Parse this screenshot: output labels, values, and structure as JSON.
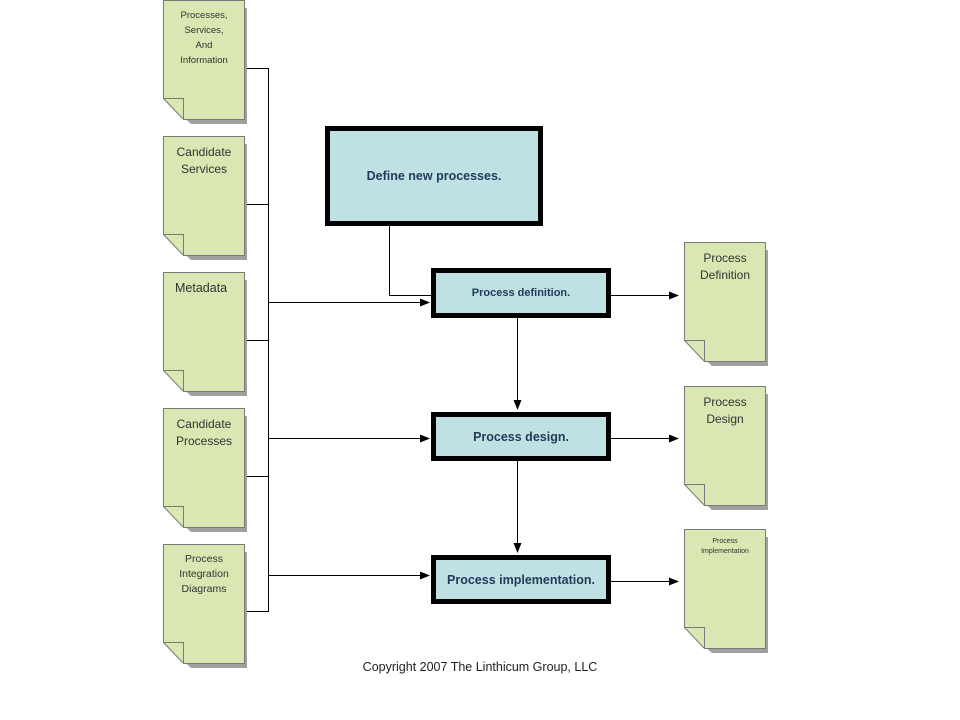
{
  "colors": {
    "document_fill": "#d9e7b2",
    "document_stroke": "#7a7a7a",
    "document_shadow": "#a0a0a0",
    "process_fill": "#bfe1e3",
    "process_border": "#000000",
    "process_text": "#1f3a5a",
    "connector": "#000000"
  },
  "inputs": [
    {
      "id": "processes-services-information",
      "label": "Processes,\nServices,\nAnd\nInformation"
    },
    {
      "id": "candidate-services",
      "label": "Candidate\nServices"
    },
    {
      "id": "metadata",
      "label": "Metadata"
    },
    {
      "id": "candidate-processes",
      "label": "Candidate\nProcesses"
    },
    {
      "id": "process-integration-diagrams",
      "label": "Process\nIntegration\nDiagrams"
    }
  ],
  "steps": {
    "define": "Define new processes.",
    "definition": "Process definition.",
    "design": "Process design.",
    "implementation": "Process implementation."
  },
  "outputs": [
    {
      "id": "process-definition",
      "label": "Process\nDefinition"
    },
    {
      "id": "process-design",
      "label": "Process\nDesign"
    },
    {
      "id": "process-implementation",
      "label": "Process\nImplementation"
    }
  ],
  "copyright": "Copyright 2007 The  Linthicum Group, LLC"
}
